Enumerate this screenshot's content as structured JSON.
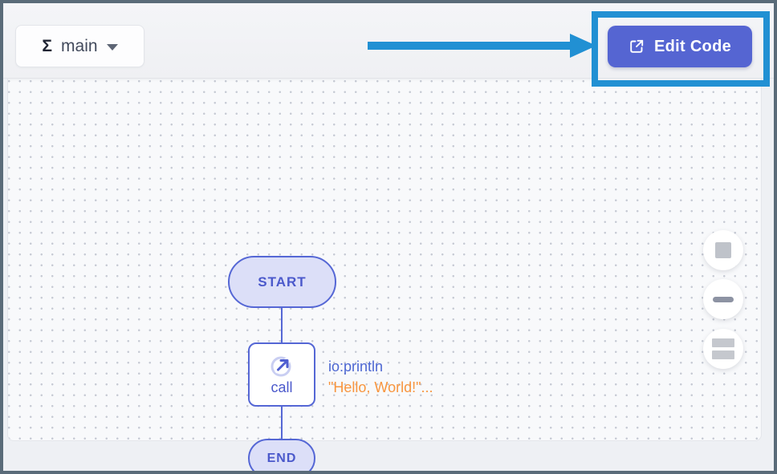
{
  "toolbar": {
    "function_selector": {
      "sigma": "Σ",
      "label": "main"
    },
    "edit_code": {
      "label": "Edit Code"
    }
  },
  "annotation": {
    "arrow_color": "#2190d3",
    "highlight_color": "#2190d3"
  },
  "diagram": {
    "start": {
      "label": "START"
    },
    "call": {
      "label": "call",
      "function": "io:println",
      "args": "\"Hello, World!\"..."
    },
    "end": {
      "label": "END"
    },
    "colors": {
      "primary": "#5567d5",
      "node_fill": "#dcdff8",
      "function_text": "#4c66d2",
      "args_text": "#f8953e"
    }
  },
  "canvas_controls": [
    {
      "name": "fit-to-screen",
      "icon": "square-icon"
    },
    {
      "name": "zoom-out",
      "icon": "minus-icon"
    },
    {
      "name": "layers",
      "icon": "stacked-rectangles-icon"
    }
  ]
}
